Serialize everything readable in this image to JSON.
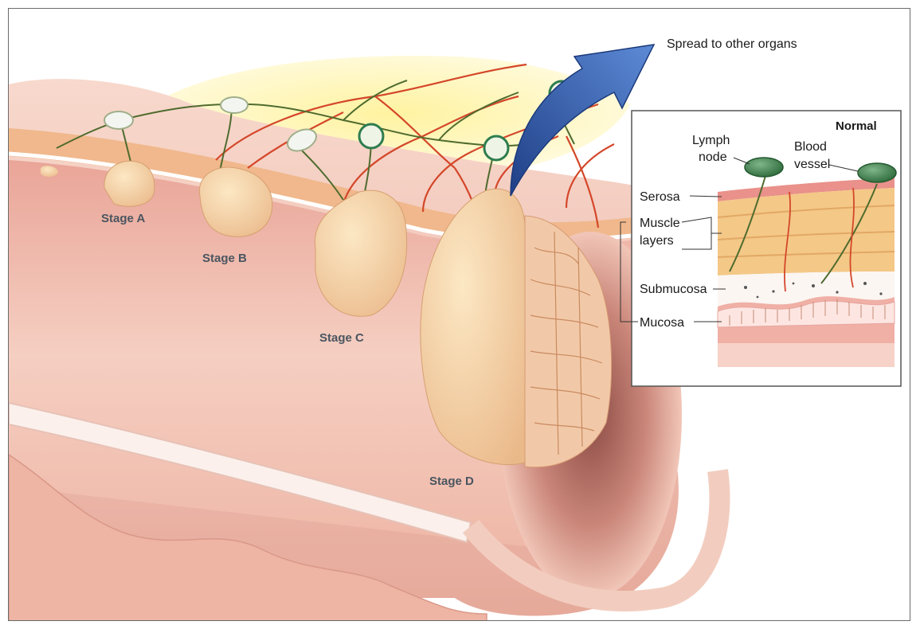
{
  "diagram": {
    "spread_label": "Spread to other organs",
    "stages": [
      {
        "label": "Stage A"
      },
      {
        "label": "Stage B"
      },
      {
        "label": "Stage C"
      },
      {
        "label": "Stage D"
      }
    ],
    "inset": {
      "title": "Normal",
      "lymph_node_line1": "Lymph",
      "lymph_node_line2": "node",
      "blood_vessel_line1": "Blood",
      "blood_vessel_line2": "vessel",
      "layers": {
        "serosa": "Serosa",
        "muscle_line1": "Muscle",
        "muscle_line2": "layers",
        "submucosa": "Submucosa",
        "mucosa": "Mucosa"
      }
    },
    "colors": {
      "tissue": "#f3c9b8",
      "tissue_dark": "#d9958a",
      "tumor": "#f6d7a8",
      "fat": "#fdf3a0",
      "lymph_vessel": "#4f6b2e",
      "blood_vessel": "#d4472a",
      "arrow": "#2f5fae",
      "node_normal": "#f3f6f0",
      "node_cancer": "#2e7d4f"
    }
  }
}
